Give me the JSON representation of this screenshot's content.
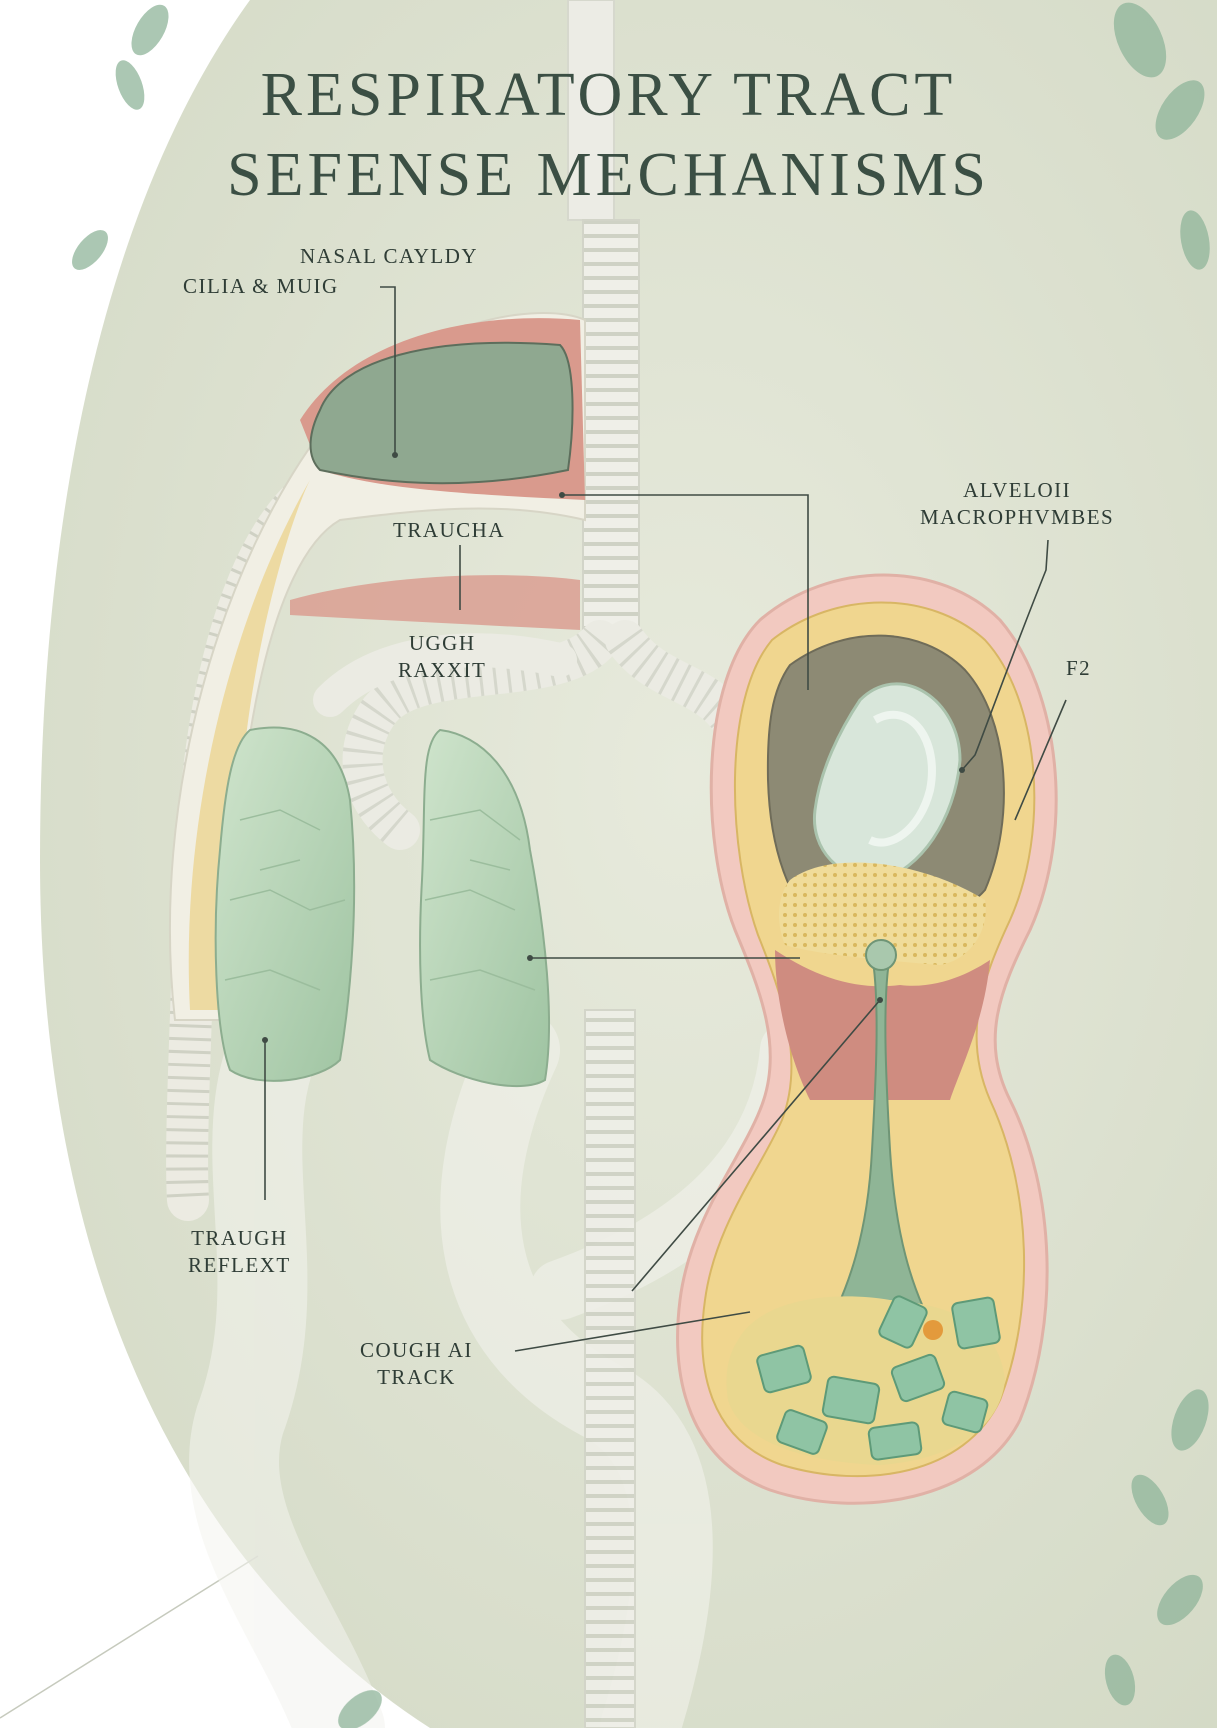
{
  "title": {
    "line1": "RESPIRATORY TRACT",
    "line2": "SEFENSE MECHANISMS"
  },
  "labels": {
    "nasal_cavity": "NASAL CAYLDY",
    "cilia_mucus": "CILIA & MUIG",
    "trachea": "TRAUCHA",
    "cough_reflex_top_1": "UGGH",
    "cough_reflex_top_2": "RAXXIT",
    "alveolar_1": "ALVELOII",
    "alveolar_2": "MACROPHVMBES",
    "f2": "F2",
    "traugh_1": "TRAUGH",
    "traugh_2": "REFLEXT",
    "cough_track_1": "COUGH AI",
    "cough_track_2": "TRACK"
  },
  "colors": {
    "background": "#dfe3d3",
    "tube": "#eeeee6",
    "lung": "#b9d6b8",
    "mucosa": "#d99a8d",
    "fat_layer": "#ecd79a",
    "leaf": "#8fb59a"
  }
}
